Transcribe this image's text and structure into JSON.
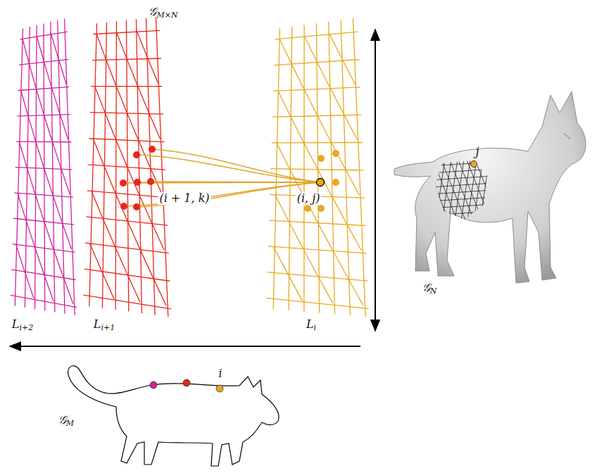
{
  "diagram": {
    "labels": [
      "𝒢M×N",
      "Li+2",
      "Li+1",
      "Li",
      "(i + 1, k)",
      "(i, j)",
      "j",
      "𝒢N",
      "i",
      "𝒢M"
    ]
  }
}
